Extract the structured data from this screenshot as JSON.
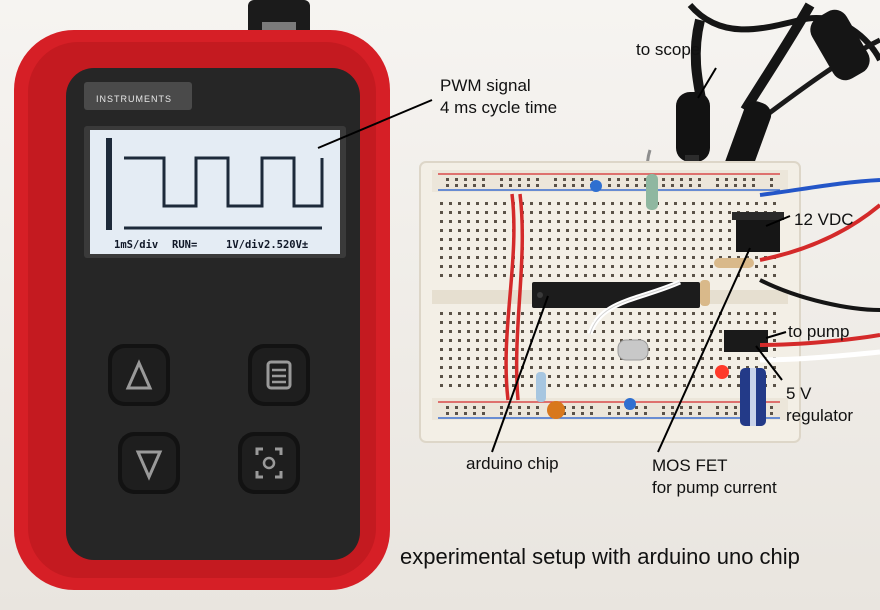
{
  "annotations": {
    "scope_label": "to scope",
    "pwm_line1": "PWM signal",
    "pwm_line2": "4 ms cycle time",
    "vdc_label": "12 VDC",
    "pump_label": "to pump",
    "regulator_line1": "5 V",
    "regulator_line2": "regulator",
    "arduino_label": "arduino chip",
    "mosfet_line1": "MOS FET",
    "mosfet_line2": "for pump current",
    "caption": "experimental setup with arduino uno chip"
  },
  "oscilloscope": {
    "brand": "INSTRUMENTS",
    "status_timebase": "1mS/div",
    "status_mode": "RUN=",
    "status_volts": "1V/div",
    "status_reading": "2.520V±",
    "button_icons": [
      "up-triangle-icon",
      "menu-icon",
      "down-triangle-icon",
      "capture-icon"
    ]
  },
  "colors": {
    "case_red": "#d61f26",
    "lcd_bg": "#e4ecf4",
    "wire_red": "#d42a2a",
    "wire_blue": "#2456c8",
    "breadboard": "#f3efe6"
  }
}
